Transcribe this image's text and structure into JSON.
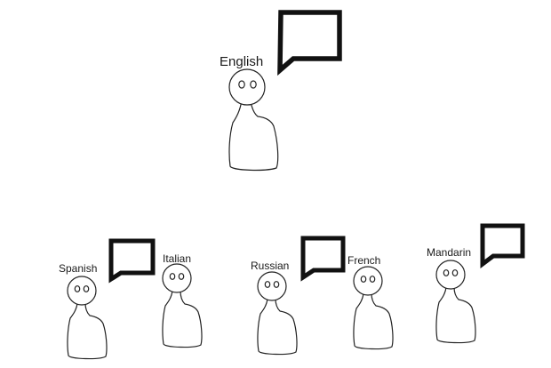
{
  "figure": {
    "background": "#ffffff",
    "line_color": "#222222",
    "bubble_color": "#111111"
  },
  "speakers": {
    "english": {
      "label": "English",
      "icon": "person-icon",
      "speaking": true
    },
    "spanish": {
      "label": "Spanish",
      "icon": "person-icon",
      "speaking": true
    },
    "italian": {
      "label": "Italian",
      "icon": "person-icon",
      "speaking": false
    },
    "russian": {
      "label": "Russian",
      "icon": "person-icon",
      "speaking": true
    },
    "french": {
      "label": "French",
      "icon": "person-icon",
      "speaking": false
    },
    "mandarin": {
      "label": "Mandarin",
      "icon": "person-icon",
      "speaking": true
    }
  },
  "bubble_icon": "speech-bubble-icon"
}
